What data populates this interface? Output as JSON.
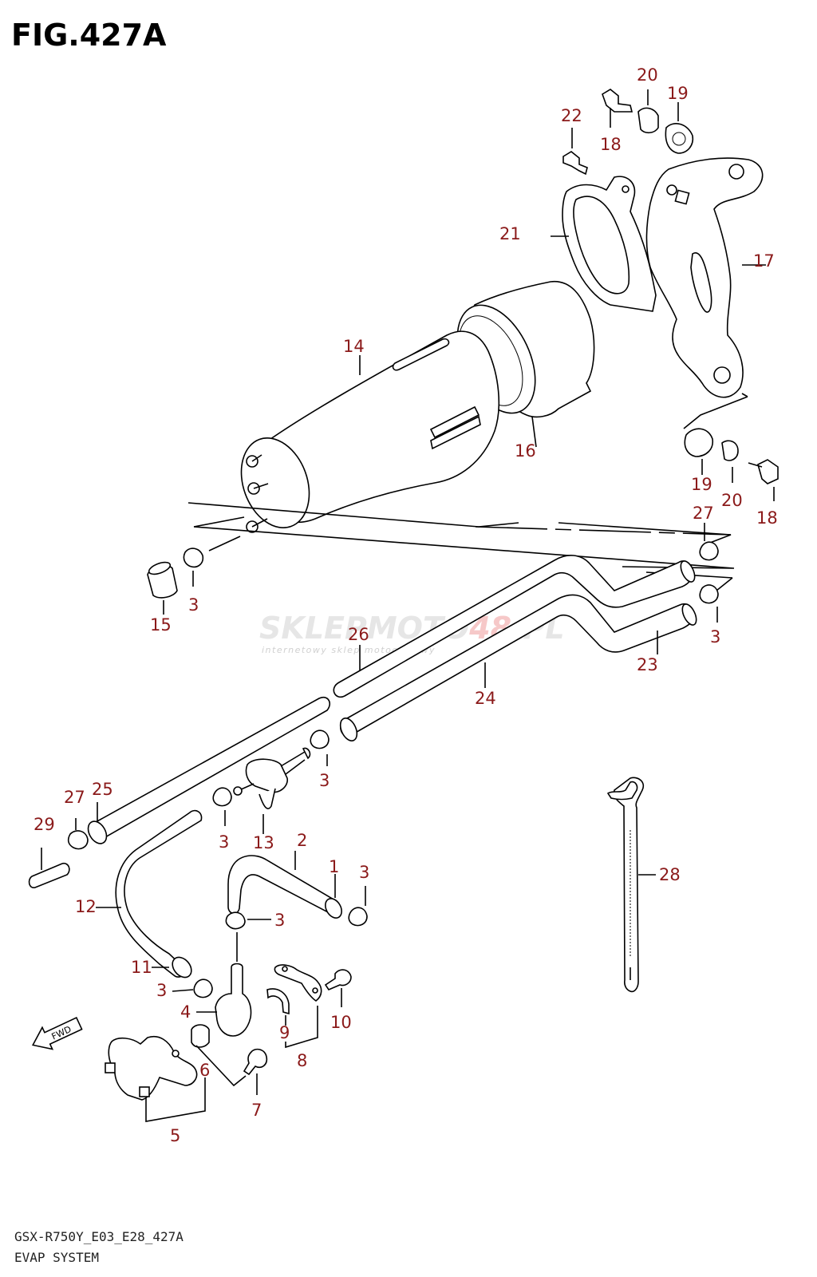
{
  "figure": {
    "title": "FIG.427A",
    "model_code": "GSX-R750Y_E03_E28_427A",
    "section_name": "EVAP SYSTEM"
  },
  "watermark": {
    "main_left": "SKLEPMOTO",
    "main_accent": "48",
    "main_right": ".PL",
    "sub": "internetowy sklep motocyklowy"
  },
  "fwd_label": "FWD",
  "colors": {
    "callout": "#8b1a1a",
    "line": "#000000",
    "watermark": "#e6e6e6",
    "watermark_accent": "#f6c8c8"
  },
  "callouts": [
    {
      "id": "c1",
      "label": "1"
    },
    {
      "id": "c2",
      "label": "2"
    },
    {
      "id": "c3a",
      "label": "3"
    },
    {
      "id": "c3b",
      "label": "3"
    },
    {
      "id": "c3c",
      "label": "3"
    },
    {
      "id": "c3d",
      "label": "3"
    },
    {
      "id": "c3e",
      "label": "3"
    },
    {
      "id": "c3f",
      "label": "3"
    },
    {
      "id": "c3g",
      "label": "3"
    },
    {
      "id": "c3h",
      "label": "3"
    },
    {
      "id": "c4",
      "label": "4"
    },
    {
      "id": "c5",
      "label": "5"
    },
    {
      "id": "c6",
      "label": "6"
    },
    {
      "id": "c7",
      "label": "7"
    },
    {
      "id": "c8",
      "label": "8"
    },
    {
      "id": "c9",
      "label": "9"
    },
    {
      "id": "c10",
      "label": "10"
    },
    {
      "id": "c11",
      "label": "11"
    },
    {
      "id": "c12",
      "label": "12"
    },
    {
      "id": "c13",
      "label": "13"
    },
    {
      "id": "c14",
      "label": "14"
    },
    {
      "id": "c15",
      "label": "15"
    },
    {
      "id": "c16",
      "label": "16"
    },
    {
      "id": "c17",
      "label": "17"
    },
    {
      "id": "c18a",
      "label": "18"
    },
    {
      "id": "c18b",
      "label": "18"
    },
    {
      "id": "c19a",
      "label": "19"
    },
    {
      "id": "c19b",
      "label": "19"
    },
    {
      "id": "c20a",
      "label": "20"
    },
    {
      "id": "c20b",
      "label": "20"
    },
    {
      "id": "c21",
      "label": "21"
    },
    {
      "id": "c22",
      "label": "22"
    },
    {
      "id": "c23",
      "label": "23"
    },
    {
      "id": "c24",
      "label": "24"
    },
    {
      "id": "c25",
      "label": "25"
    },
    {
      "id": "c26",
      "label": "26"
    },
    {
      "id": "c27a",
      "label": "27"
    },
    {
      "id": "c27b",
      "label": "27"
    },
    {
      "id": "c28",
      "label": "28"
    },
    {
      "id": "c29",
      "label": "29"
    }
  ]
}
